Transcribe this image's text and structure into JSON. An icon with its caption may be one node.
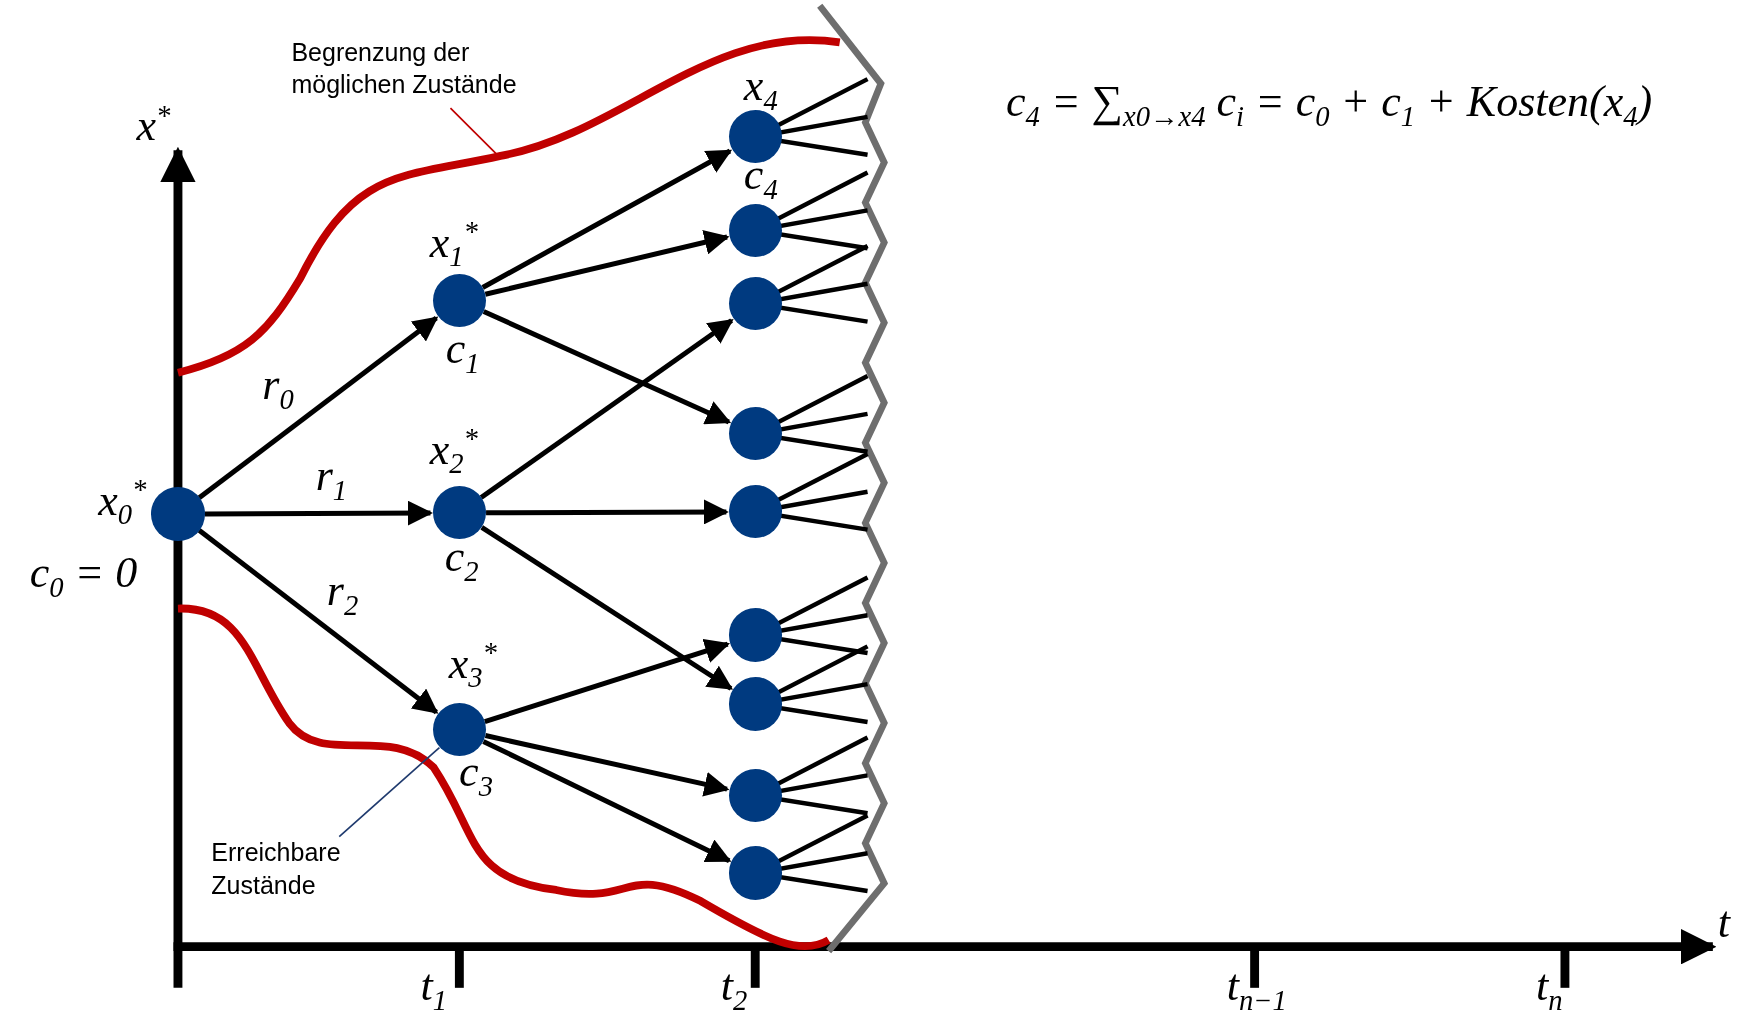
{
  "diagram": {
    "nodes": [
      {
        "text": [],
        "shape": "circle",
        "beside": [
          "x$_{0}$$^{*}$",
          "c$_{0}$ = 0"
        ]
      },
      {
        "text": [],
        "shape": "circle",
        "beside": [
          "x$_{1}$$^{*}$",
          "c$_{1}$"
        ]
      },
      {
        "text": [],
        "shape": "circle",
        "beside": [
          "x$_{2}$$^{*}$",
          "c$_{2}$"
        ]
      },
      {
        "text": [],
        "shape": "circle",
        "beside": [
          "x$_{3}$$^{*}$",
          "c$_{3}$"
        ]
      },
      {
        "text": [],
        "shape": "circle",
        "beside": [
          "x$_{4}$",
          "c$_{4}$"
        ]
      },
      {
        "text": [],
        "shape": "circle"
      },
      {
        "text": [],
        "shape": "circle"
      },
      {
        "text": [],
        "shape": "circle"
      },
      {
        "text": [],
        "shape": "circle"
      },
      {
        "text": [],
        "shape": "circle"
      },
      {
        "text": [],
        "shape": "circle"
      },
      {
        "text": [],
        "shape": "circle"
      },
      {
        "text": [],
        "shape": "circle"
      },
      {
        "text": [
          "Begrenzung der möglichen Zustände"
        ]
      },
      {
        "text": [
          "Erreichbare Zustände"
        ]
      }
    ],
    "edges": [
      {
        "from": 0,
        "to": 1,
        "arrow": "to",
        "label": "r$_{0}$"
      },
      {
        "from": 0,
        "to": 2,
        "arrow": "to",
        "label": "r$_{1}$"
      },
      {
        "from": 0,
        "to": 3,
        "arrow": "to",
        "label": "r$_{2}$"
      },
      {
        "from": 1,
        "to": 4,
        "arrow": "to"
      },
      {
        "from": 1,
        "to": 5,
        "arrow": "to"
      },
      {
        "from": 1,
        "to": 7,
        "arrow": "to"
      },
      {
        "from": 2,
        "to": 6,
        "arrow": "to"
      },
      {
        "from": 2,
        "to": 8,
        "arrow": "to"
      },
      {
        "from": 2,
        "to": 10,
        "arrow": "to"
      },
      {
        "from": 3,
        "to": 9,
        "arrow": "to"
      },
      {
        "from": 3,
        "to": 11,
        "arrow": "to"
      },
      {
        "from": 3,
        "to": 12,
        "arrow": "to"
      },
      {
        "from": 13,
        "to": null,
        "arrow": "none",
        "color": "#c00000"
      },
      {
        "from": 14,
        "to": 3,
        "arrow": "none",
        "color": "#1f3a6e"
      }
    ],
    "labels": [
      "c$_{4}$ = ∑$_{x0→x4}$ c$_{i}$ = c$_{0}$ + c$_{1}$ + Kosten(x$_{4}$)",
      "x$^{*}$",
      "t",
      "t$_{1}$",
      "t$_{2}$",
      "t$_{n−1}$",
      "t$_{n}$"
    ]
  }
}
